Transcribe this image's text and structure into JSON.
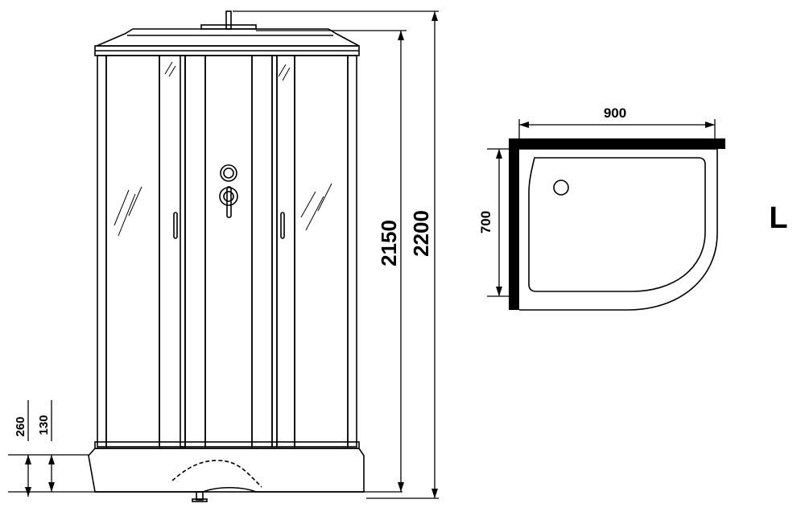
{
  "dimensions": {
    "total_height": "2200",
    "cabin_height": "2150",
    "tray_height": "260",
    "tray_base_height": "130",
    "width": "900",
    "depth": "700"
  },
  "orientation": "L",
  "colors": {
    "line": "#000000",
    "glass": "#ffffff"
  }
}
